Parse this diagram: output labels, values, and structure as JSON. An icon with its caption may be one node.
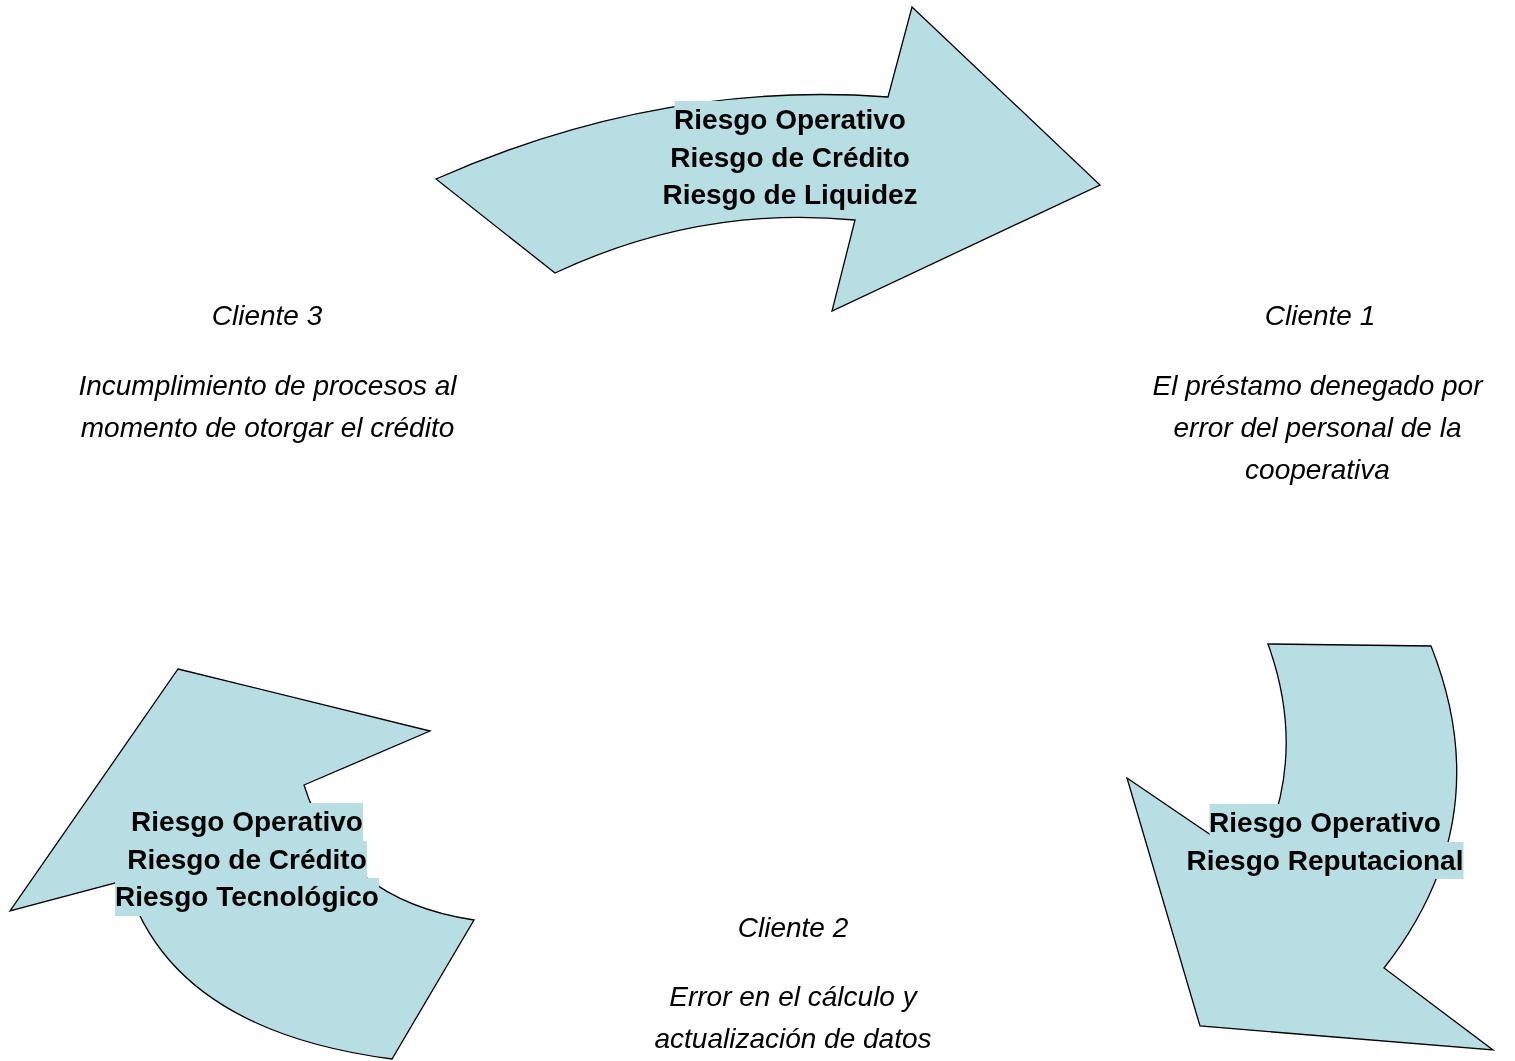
{
  "diagram": {
    "nodes": [
      {
        "text": [
          "Riesgo Operativo",
          "Riesgo de Crédito",
          "Riesgo de Liquidez"
        ]
      },
      {
        "text": [
          "Riesgo Operativo",
          "Riesgo Reputacional"
        ]
      },
      {
        "text": [
          "Riesgo Operativo",
          "Riesgo de Crédito",
          "Riesgo Tecnológico"
        ]
      }
    ],
    "labels": [
      "Cliente 3",
      "Cliente 1",
      "Incumplimiento de procesos al momento de otorgar el crédito",
      "El préstamo denegado por error del personal de la cooperativa",
      "Cliente 2",
      "Error en el cálculo y actualización de datos"
    ]
  }
}
